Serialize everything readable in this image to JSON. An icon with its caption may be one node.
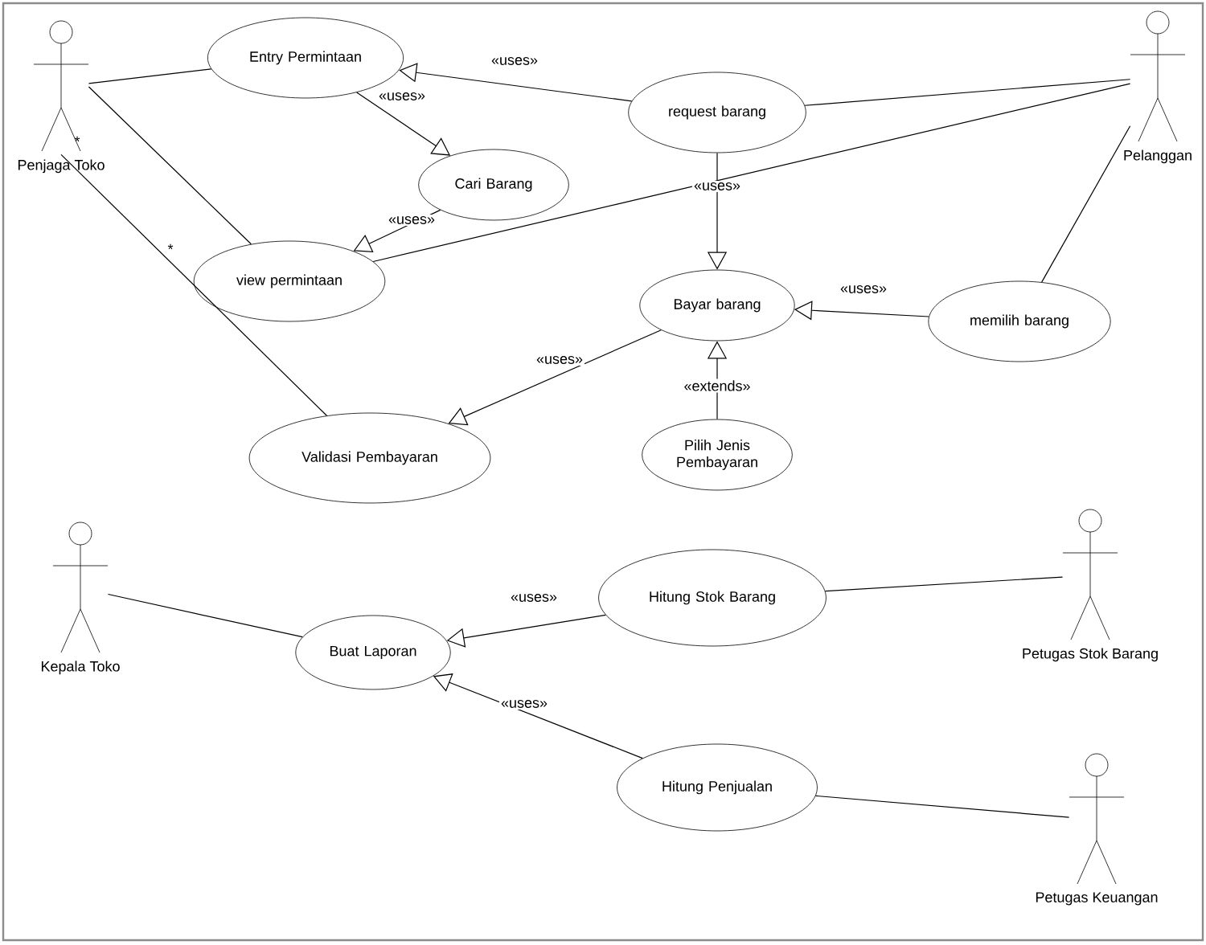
{
  "diagram": {
    "nodes": [
      {
        "text": [
          "Penjaga Toko"
        ]
      },
      {
        "text": [
          "Entry Permintaan"
        ]
      },
      {
        "text": [
          "request barang"
        ]
      },
      {
        "text": [
          "Pelanggan"
        ]
      },
      {
        "text": [
          "Cari Barang"
        ]
      },
      {
        "text": [
          "view permintaan"
        ]
      },
      {
        "text": [
          "Bayar barang"
        ]
      },
      {
        "text": [
          "memilih barang"
        ]
      },
      {
        "text": [
          "Validasi Pembayaran"
        ]
      },
      {
        "text": [
          "Pilih Jenis Pembayaran"
        ]
      },
      {
        "text": [
          "Kepala Toko"
        ]
      },
      {
        "text": [
          "Buat Laporan"
        ]
      },
      {
        "text": [
          "Hitung Stok Barang"
        ]
      },
      {
        "text": [
          "Petugas Stok Barang"
        ]
      },
      {
        "text": [
          "Hitung Penjualan"
        ]
      },
      {
        "text": [
          "Petugas Keuangan"
        ]
      }
    ],
    "edges": [
      {
        "from": 0,
        "to": 1,
        "arrow": "none"
      },
      {
        "from": 0,
        "to": 5,
        "arrow": "none"
      },
      {
        "from": 0,
        "to": 8,
        "arrow": "none"
      },
      {
        "from": 2,
        "to": 1,
        "arrow": "to",
        "label": "«uses»"
      },
      {
        "from": 1,
        "to": 4,
        "arrow": "to",
        "label": "«uses»"
      },
      {
        "from": 4,
        "to": 5,
        "arrow": "to",
        "label": "«uses»"
      },
      {
        "from": 3,
        "to": 2,
        "arrow": "none"
      },
      {
        "from": 3,
        "to": 5,
        "arrow": "none"
      },
      {
        "from": 2,
        "to": 6,
        "arrow": "to",
        "label": "«uses»"
      },
      {
        "from": 7,
        "to": 6,
        "arrow": "to",
        "label": "«uses»"
      },
      {
        "from": 3,
        "to": 7,
        "arrow": "none"
      },
      {
        "from": 6,
        "to": 8,
        "arrow": "to",
        "label": "«uses»"
      },
      {
        "from": 9,
        "to": 6,
        "arrow": "to",
        "label": "«extends»"
      },
      {
        "from": 10,
        "to": 11,
        "arrow": "none"
      },
      {
        "from": 12,
        "to": 11,
        "arrow": "to",
        "label": "«uses»"
      },
      {
        "from": 14,
        "to": 11,
        "arrow": "to",
        "label": "«uses»"
      },
      {
        "from": 13,
        "to": 12,
        "arrow": "none"
      },
      {
        "from": 15,
        "to": 14,
        "arrow": "none"
      }
    ],
    "labels": [
      "*",
      "*"
    ]
  }
}
